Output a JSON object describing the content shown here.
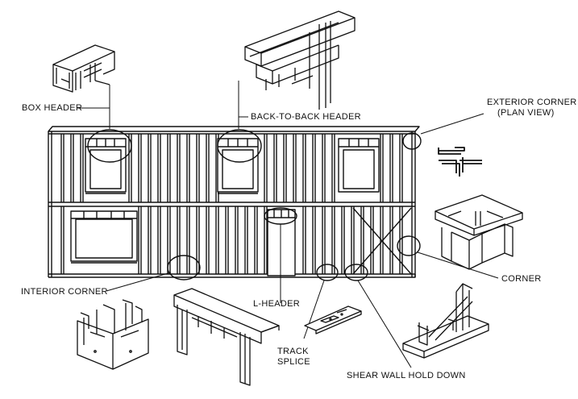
{
  "labels": {
    "box_header": "BOX HEADER",
    "back_to_back_header": "BACK-TO-BACK HEADER",
    "exterior_corner_line1": "EXTERIOR CORNER",
    "exterior_corner_line2": "(PLAN VIEW)",
    "corner": "CORNER",
    "interior_corner": "INTERIOR CORNER",
    "l_header": "L-HEADER",
    "track_splice_line1": "TRACK",
    "track_splice_line2": "SPLICE",
    "shear_wall_hold_down": "SHEAR WALL HOLD DOWN"
  },
  "colors": {
    "line": "#111111",
    "background": "#ffffff"
  }
}
